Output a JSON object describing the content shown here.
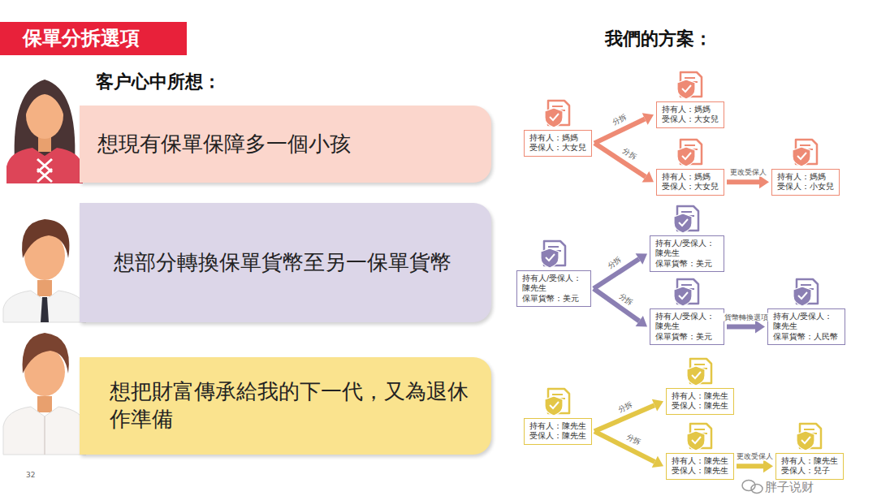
{
  "diagram": {
    "title": "保單分拆選項",
    "nodes": [
      {
        "text": [
          "想現有保單保障多一個小孩"
        ]
      },
      {
        "text": [
          "想部分轉換保單貨幣至另一保單貨幣"
        ]
      },
      {
        "text": [
          "想把財富傳承給我的下一代，又為退休作準備"
        ]
      },
      {
        "text": [
          "持有人：媽媽",
          "受保人：大女兒"
        ]
      },
      {
        "text": [
          "持有人：媽媽",
          "受保人：大女兒"
        ]
      },
      {
        "text": [
          "持有人：媽媽",
          "受保人：大女兒"
        ]
      },
      {
        "text": [
          "持有人：媽媽",
          "受保人：小女兒"
        ]
      },
      {
        "text": [
          "持有人/受保人：陳先生",
          "保單貨幣：美元"
        ]
      },
      {
        "text": [
          "持有人/受保人：陳先生",
          "保單貨幣：美元"
        ]
      },
      {
        "text": [
          "持有人/受保人：陳先生",
          "保單貨幣：美元"
        ]
      },
      {
        "text": [
          "持有人/受保人：陳先生",
          "保單貨幣：人民幣"
        ]
      },
      {
        "text": [
          "持有人：陳先生",
          "受保人：陳先生"
        ]
      },
      {
        "text": [
          "持有人：陳先生",
          "受保人：陳先生"
        ]
      },
      {
        "text": [
          "持有人：陳先生",
          "受保人：陳先生"
        ]
      },
      {
        "text": [
          "持有人：陳先生",
          "受保人：兒子"
        ]
      }
    ],
    "edges": [
      {
        "from": 3,
        "to": 4,
        "arrow": "to",
        "label": "分拆"
      },
      {
        "from": 3,
        "to": 5,
        "arrow": "to",
        "label": "分拆"
      },
      {
        "from": 5,
        "to": 6,
        "arrow": "to",
        "label": "更改受保人"
      },
      {
        "from": 7,
        "to": 8,
        "arrow": "to",
        "label": "分拆"
      },
      {
        "from": 7,
        "to": 9,
        "arrow": "to",
        "label": "分拆"
      },
      {
        "from": 9,
        "to": 10,
        "arrow": "to",
        "label": "貨幣轉換選項"
      },
      {
        "from": 11,
        "to": 12,
        "arrow": "to",
        "label": "分拆"
      },
      {
        "from": 11,
        "to": 13,
        "arrow": "to",
        "label": "分拆"
      },
      {
        "from": 13,
        "to": 14,
        "arrow": "to",
        "label": "更改受保人"
      }
    ],
    "labels": [
      "客户心中所想：",
      "我們的方案：",
      "32",
      "胖子说财"
    ]
  }
}
